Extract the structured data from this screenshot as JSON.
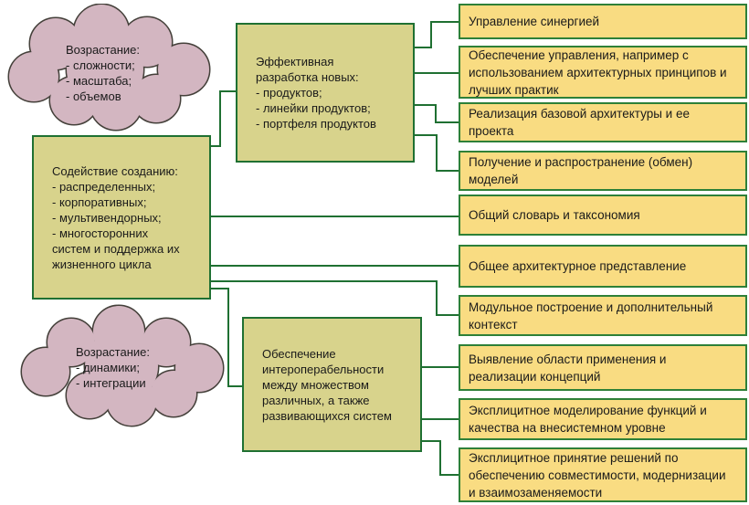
{
  "diagram": {
    "title": "interoperability-drivers-diagram",
    "colors": {
      "background": "#ffffff",
      "cloud_fill": "#d3b6c1",
      "cloud_border": "#44403a",
      "box_fill_olive": "#d8d38c",
      "box_fill_yellow": "#f9dc82",
      "box_border_green": "#1f7032",
      "connector_green": "#1f7032",
      "text": "#1a1a1a"
    },
    "clouds": [
      {
        "text": "Возрастание:\n- сложности;\n- масштаба;\n- объемов"
      },
      {
        "text": "Возрастание:\n- динамики;\n- интеграции"
      }
    ],
    "root_box": {
      "text": "Содействие созданию:\n- распределенных;\n- корпоративных;\n- мультивендорных;\n- многосторонних\nсистем и поддержка их\nжизненного цикла"
    },
    "mid_boxes": [
      {
        "text": "Эффективная\nразработка новых:\n- продуктов;\n- линейки продуктов;\n- портфеля продуктов"
      },
      {
        "text": "Обеспечение\nинтероперабельности\nмежду множеством\nразличных, а также\nразвивающихся систем"
      }
    ],
    "leaf_boxes": [
      {
        "text": "Управление синергией"
      },
      {
        "text": "Обеспечение управления, например с\nиспользованием архитектурных принципов и\nлучших практик"
      },
      {
        "text": "Реализация базовой архитектуры и  ее\nпроекта"
      },
      {
        "text": "Получение и распространение (обмен)\nмоделей"
      },
      {
        "text": "Общий словарь и таксономия"
      },
      {
        "text": "Общее архитектурное представление"
      },
      {
        "text": "Модульное построение и дополнительный\nконтекст"
      },
      {
        "text": "Выявление области применения и\nреализации концепций"
      },
      {
        "text": "Эксплицитное моделирование функций и\nкачества на внесистемном уровне"
      },
      {
        "text": "Эксплицитное принятие решений по\nобеспечению совместимости, модернизации\nи взаимозаменяемости"
      }
    ]
  }
}
